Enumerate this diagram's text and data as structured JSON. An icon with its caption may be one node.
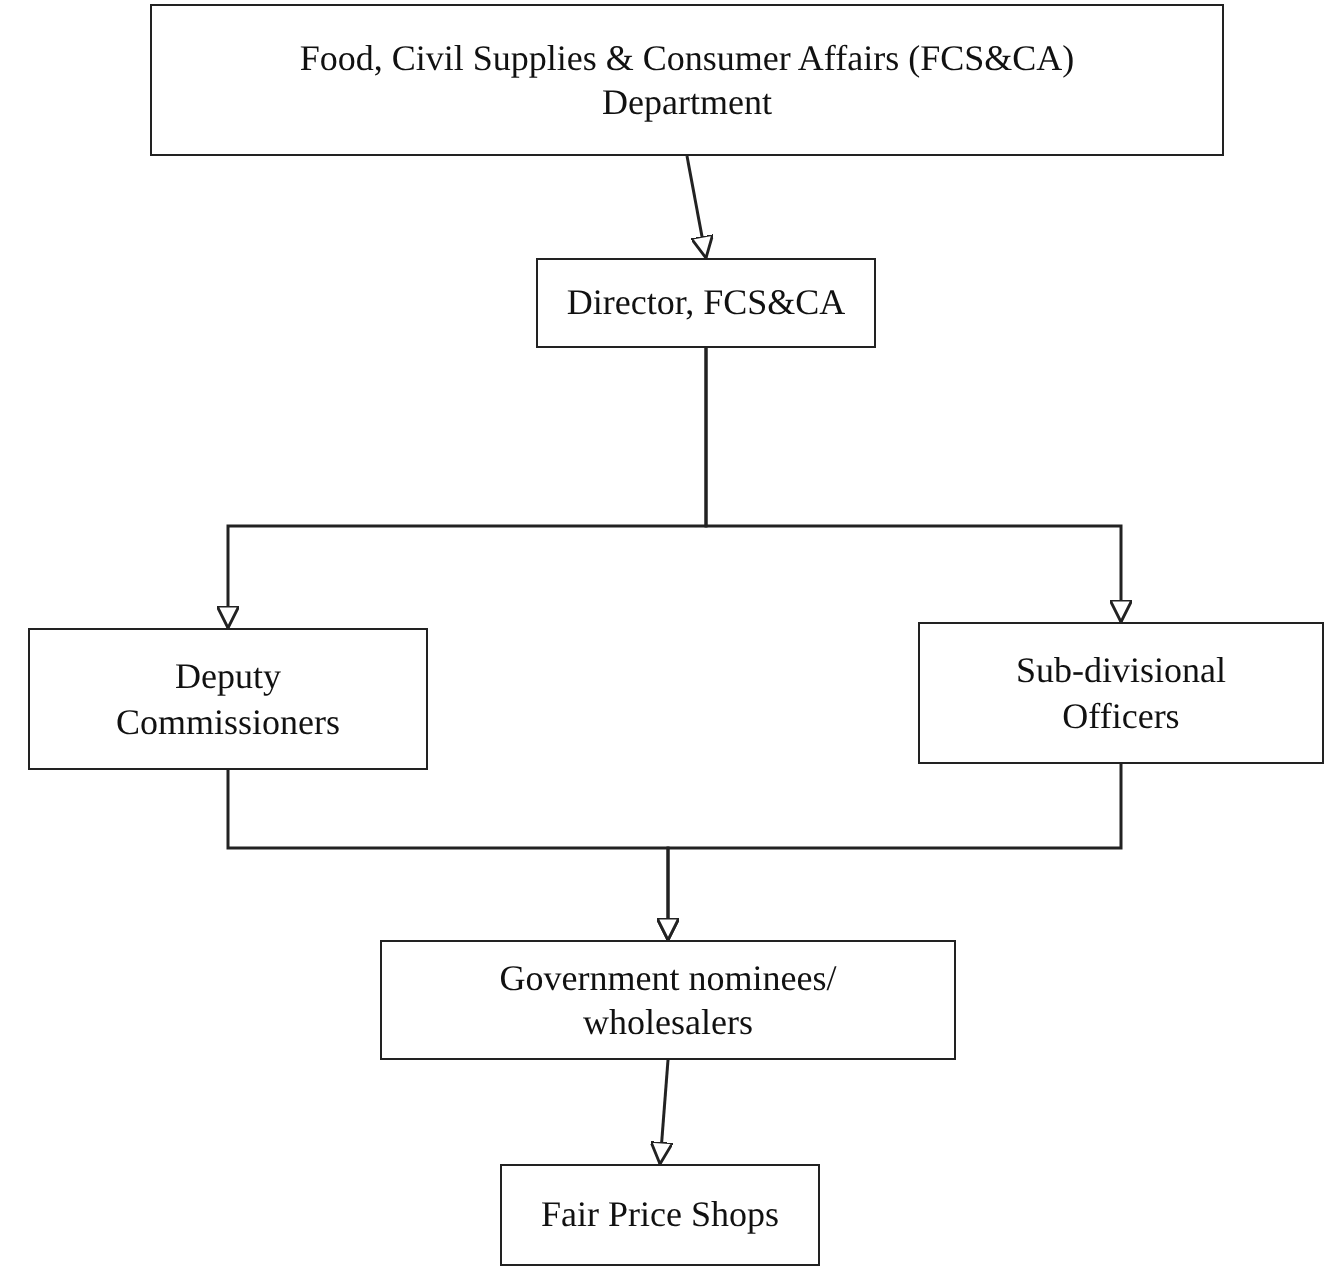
{
  "diagram": {
    "nodes": [
      {
        "text": [
          "Food, Civil Supplies & Consumer Affairs (FCS&CA) Department"
        ]
      },
      {
        "text": [
          "Director, FCS&CA"
        ]
      },
      {
        "text": [
          "Deputy Commissioners"
        ]
      },
      {
        "text": [
          "Sub-divisional Officers"
        ]
      },
      {
        "text": [
          "Government nominees/ wholesalers"
        ]
      },
      {
        "text": [
          "Fair Price Shops"
        ]
      }
    ],
    "edges": [
      {
        "from": 0,
        "to": 1,
        "arrow": "to"
      },
      {
        "from": 1,
        "to": 2,
        "arrow": "to"
      },
      {
        "from": 1,
        "to": 3,
        "arrow": "to"
      },
      {
        "from": 2,
        "to": 4,
        "arrow": "to"
      },
      {
        "from": 3,
        "to": 4,
        "arrow": "to"
      },
      {
        "from": 4,
        "to": 5,
        "arrow": "to"
      }
    ]
  }
}
